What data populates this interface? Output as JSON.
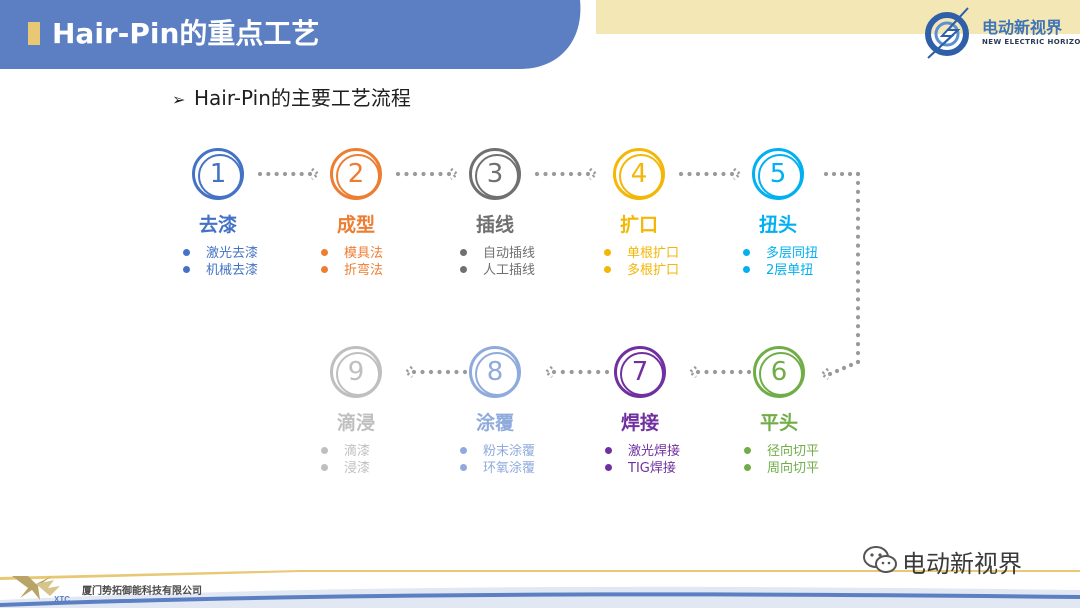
{
  "header": {
    "title": "Hair-Pin的重点工艺"
  },
  "brand": {
    "name_cn": "电动新视界",
    "name_en": "NEW ELECTRIC HORIZON",
    "logo_icon": "globe-lightning-logo-icon"
  },
  "subtitle": {
    "arrow": "➢",
    "text": "Hair-Pin的主要工艺流程"
  },
  "steps": [
    {
      "num": "1",
      "name": "去漆",
      "color": "#4472c4",
      "items": [
        "激光去漆",
        "机械去漆"
      ]
    },
    {
      "num": "2",
      "name": "成型",
      "color": "#ed7d31",
      "items": [
        "模具法",
        "折弯法"
      ]
    },
    {
      "num": "3",
      "name": "插线",
      "color": "#707070",
      "items": [
        "自动插线",
        "人工插线"
      ]
    },
    {
      "num": "4",
      "name": "扩口",
      "color": "#f2b707",
      "items": [
        "单根扩口",
        "多根扩口"
      ]
    },
    {
      "num": "5",
      "name": "扭头",
      "color": "#00b0f0",
      "items": [
        "多层同扭",
        "2层单扭"
      ]
    },
    {
      "num": "6",
      "name": "平头",
      "color": "#70ad47",
      "items": [
        "径向切平",
        "周向切平"
      ]
    },
    {
      "num": "7",
      "name": "焊接",
      "color": "#7030a0",
      "items": [
        "激光焊接",
        "TIG焊接"
      ]
    },
    {
      "num": "8",
      "name": "涂覆",
      "color": "#8faadc",
      "items": [
        "粉末涂覆",
        "环氧涂覆"
      ]
    },
    {
      "num": "9",
      "name": "滴浸",
      "color": "#bfbfbf",
      "items": [
        "滴漆",
        "浸漆"
      ]
    }
  ],
  "colors": {
    "header_blue": "#5b7fc2",
    "header_gold": "#f3e7b5",
    "dot_gray": "#9a9a9a"
  },
  "footer": {
    "company": "厦门势拓御能科技有限公司",
    "logo_text": "XTC",
    "wechat_name": "电动新视界",
    "wechat_icon": "wechat-icon"
  }
}
